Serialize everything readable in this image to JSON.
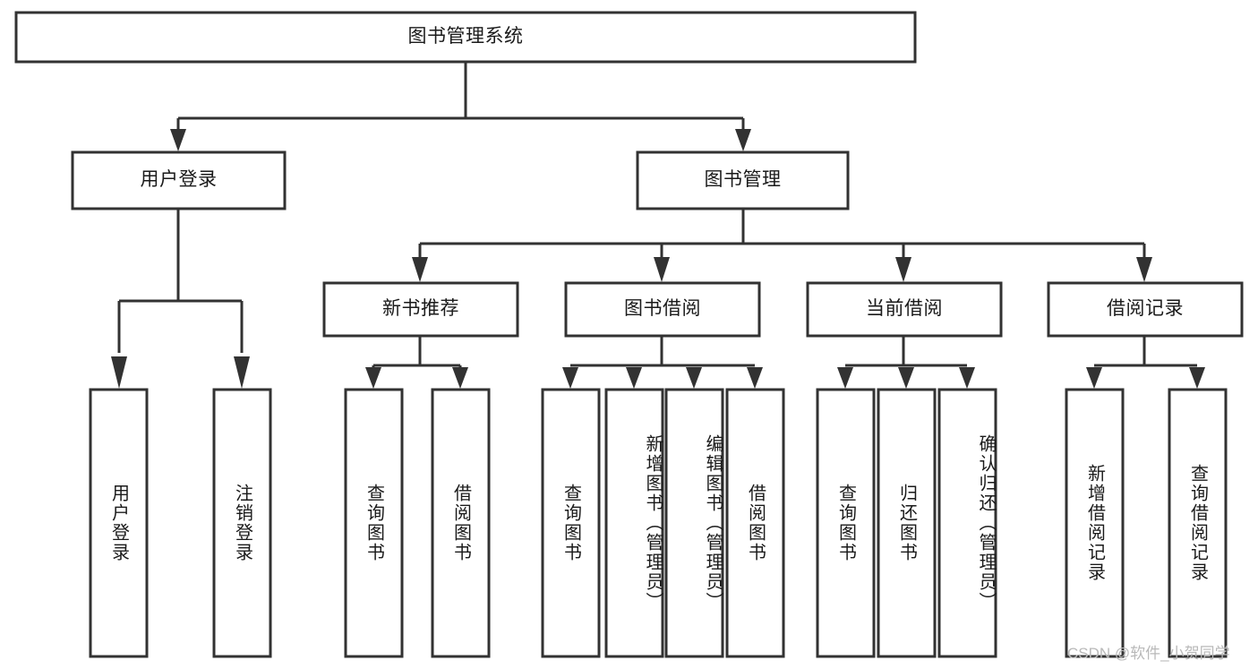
{
  "diagram": {
    "title": "图书管理系统",
    "type": "tree-hierarchy",
    "orientation": "top-down",
    "colors": {
      "stroke": "#323232",
      "fill": "#ffffff",
      "text": "#1a1a1a",
      "watermark": "#b9b9b9",
      "background": "#ffffff"
    }
  },
  "root": {
    "label": "图书管理系统"
  },
  "level2": [
    {
      "label": "用户登录"
    },
    {
      "label": "图书管理"
    }
  ],
  "level3": [
    {
      "label": "新书推荐"
    },
    {
      "label": "图书借阅"
    },
    {
      "label": "当前借阅"
    },
    {
      "label": "借阅记录"
    }
  ],
  "leaves": {
    "user_login": [
      {
        "label": "用户登录"
      },
      {
        "label": "注销登录"
      }
    ],
    "new_book_recommend": [
      {
        "label": "查询图书"
      },
      {
        "label": "借阅图书"
      }
    ],
    "book_borrow": [
      {
        "label": "查询图书"
      },
      {
        "label": "新增图书（管理员）"
      },
      {
        "label": "编辑图书（管理员）"
      },
      {
        "label": "借阅图书"
      }
    ],
    "current_borrow": [
      {
        "label": "查询图书"
      },
      {
        "label": "归还图书"
      },
      {
        "label": "确认归还（管理员）"
      }
    ],
    "borrow_records": [
      {
        "label": "新增借阅记录"
      },
      {
        "label": "查询借阅记录"
      }
    ]
  },
  "watermark": {
    "text": "CSDN @软件_小贺同学"
  }
}
